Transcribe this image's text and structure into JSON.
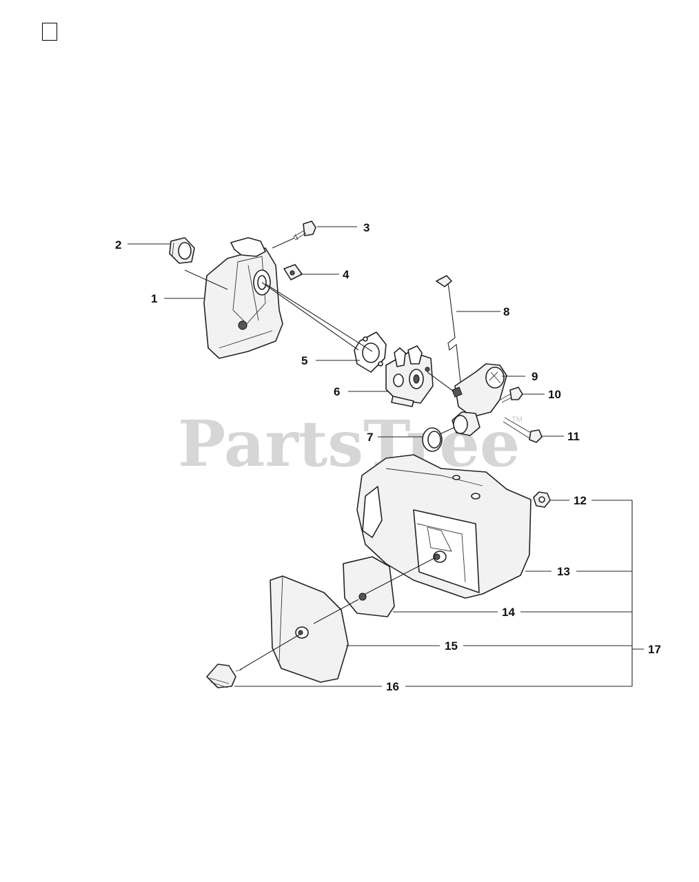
{
  "watermark": {
    "text": "PartsTree",
    "tm": "TM"
  },
  "callouts": [
    {
      "id": "1",
      "label": "1"
    },
    {
      "id": "2",
      "label": "2"
    },
    {
      "id": "3",
      "label": "3"
    },
    {
      "id": "4",
      "label": "4"
    },
    {
      "id": "5",
      "label": "5"
    },
    {
      "id": "6",
      "label": "6"
    },
    {
      "id": "7",
      "label": "7"
    },
    {
      "id": "8",
      "label": "8"
    },
    {
      "id": "9",
      "label": "9"
    },
    {
      "id": "10",
      "label": "10"
    },
    {
      "id": "11",
      "label": "11"
    },
    {
      "id": "12",
      "label": "12"
    },
    {
      "id": "13",
      "label": "13"
    },
    {
      "id": "14",
      "label": "14"
    },
    {
      "id": "15",
      "label": "15"
    },
    {
      "id": "16",
      "label": "16"
    },
    {
      "id": "17",
      "label": "17"
    }
  ]
}
